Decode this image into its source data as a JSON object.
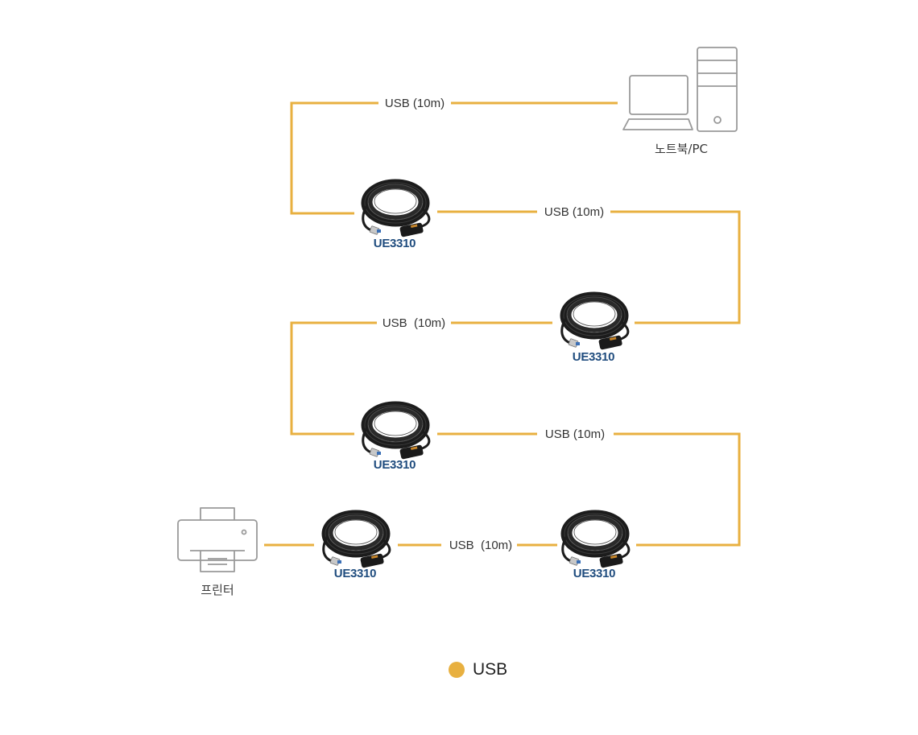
{
  "colors": {
    "usb_line": "#e8b040",
    "model_text": "#1f4c7e",
    "icon_stroke": "#9a9a9a"
  },
  "devices": {
    "computer": {
      "label": "노트북/PC",
      "icon": "laptop-and-desktop-tower-icon"
    },
    "printer": {
      "label": "프린터",
      "icon": "printer-icon"
    }
  },
  "extenders": [
    {
      "model": "UE3310"
    },
    {
      "model": "UE3310"
    },
    {
      "model": "UE3310"
    },
    {
      "model": "UE3310"
    },
    {
      "model": "UE3310"
    }
  ],
  "cables": [
    {
      "label": "USB (10m)",
      "type": "USB"
    },
    {
      "label": "USB (10m)",
      "type": "USB"
    },
    {
      "label": "USB  (10m)",
      "type": "USB"
    },
    {
      "label": "USB (10m)",
      "type": "USB"
    },
    {
      "label": "USB  (10m)",
      "type": "USB"
    }
  ],
  "legend": [
    {
      "label": "USB",
      "color": "#e8b040"
    }
  ]
}
